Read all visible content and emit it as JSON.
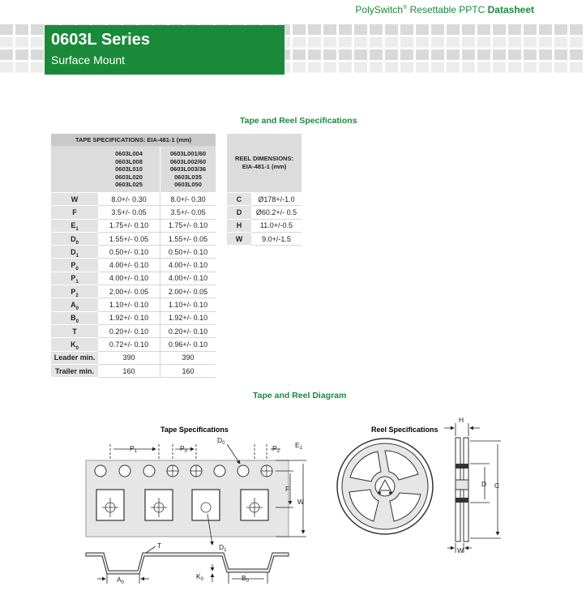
{
  "header": {
    "brand": "PolySwitch",
    "reg": "®",
    "rest": " Resettable PPTC ",
    "doc": "Datasheet"
  },
  "title_box": {
    "title": "0603L Series",
    "subtitle": "Surface Mount"
  },
  "sec1_title": "Tape and Reel Specifications",
  "tape_table": {
    "header": "TAPE SPECIFICATIONS: EIA-481-1   (mm)",
    "col1": [
      "0603L004",
      "0603L008",
      "0603L010",
      "0603L020",
      "0603L025"
    ],
    "col2": [
      "0603L001/60",
      "0603L002/60",
      "0603L003/36",
      "0603L035",
      "0603L050"
    ],
    "rows": [
      {
        "label": "W",
        "sub": "",
        "v1": "8.0+/- 0.30",
        "v2": "8.0+/- 0.30"
      },
      {
        "label": "F",
        "sub": "",
        "v1": "3.5+/- 0.05",
        "v2": "3.5+/- 0.05"
      },
      {
        "label": "E",
        "sub": "1",
        "v1": "1.75+/- 0.10",
        "v2": "1.75+/- 0.10"
      },
      {
        "label": "D",
        "sub": "0",
        "v1": "1.55+/- 0.05",
        "v2": "1.55+/- 0.05"
      },
      {
        "label": "D",
        "sub": "1",
        "v1": "0.50+/- 0.10",
        "v2": "0.50+/- 0.10"
      },
      {
        "label": "P",
        "sub": "0",
        "v1": "4.00+/- 0.10",
        "v2": "4.00+/- 0.10"
      },
      {
        "label": "P",
        "sub": "1",
        "v1": "4.00+/- 0.10",
        "v2": "4.00+/- 0.10"
      },
      {
        "label": "P",
        "sub": "2",
        "v1": "2.00+/- 0.05",
        "v2": "2.00+/- 0.05"
      },
      {
        "label": "A",
        "sub": "0",
        "v1": "1.10+/- 0.10",
        "v2": "1.10+/- 0.10"
      },
      {
        "label": "B",
        "sub": "0",
        "v1": "1.92+/- 0.10",
        "v2": "1.92+/- 0.10"
      },
      {
        "label": "T",
        "sub": "",
        "v1": "0.20+/- 0.10",
        "v2": "0.20+/- 0.10"
      },
      {
        "label": "K",
        "sub": "0",
        "v1": "0.72+/- 0.10",
        "v2": "0.96+/- 0.10"
      },
      {
        "label": "Leader min.",
        "sub": "",
        "v1": "390",
        "v2": "390"
      },
      {
        "label": "Trailer min.",
        "sub": "",
        "v1": "160",
        "v2": "160"
      }
    ]
  },
  "reel_table": {
    "header_line1": "REEL DIMENSIONS:",
    "header_line2": "EIA-481-1 (mm)",
    "rows": [
      {
        "label": "C",
        "value": "Ø178+/-1.0"
      },
      {
        "label": "D",
        "value": "Ø60.2+/- 0.5"
      },
      {
        "label": "H",
        "value": "11.0+/-0.5"
      },
      {
        "label": "W",
        "value": "9.0+/-1.5"
      }
    ]
  },
  "sec2_title": "Tape and Reel Diagram",
  "diagram": {
    "tape_title": "Tape Specifications",
    "reel_title": "Reel Specifications",
    "labels": {
      "P1": "P",
      "P1s": "1",
      "P0": "P",
      "P0s": "0",
      "D0": "D",
      "D0s": "0",
      "P2": "P",
      "P2s": "2",
      "E1": "E",
      "E1s": "1",
      "F": "F",
      "W": "W",
      "T": "T",
      "D1": "D",
      "D1s": "1",
      "A0": "A",
      "A0s": "0",
      "K0": "K",
      "K0s": "0",
      "B0": "B",
      "B0s": "0",
      "H": "H",
      "D": "D",
      "C": "C",
      "RW": "W"
    }
  },
  "colors": {
    "brand_green": "#1a8a3a",
    "header_gray": "#c9c9c9",
    "label_gray": "#e3e3e3"
  }
}
